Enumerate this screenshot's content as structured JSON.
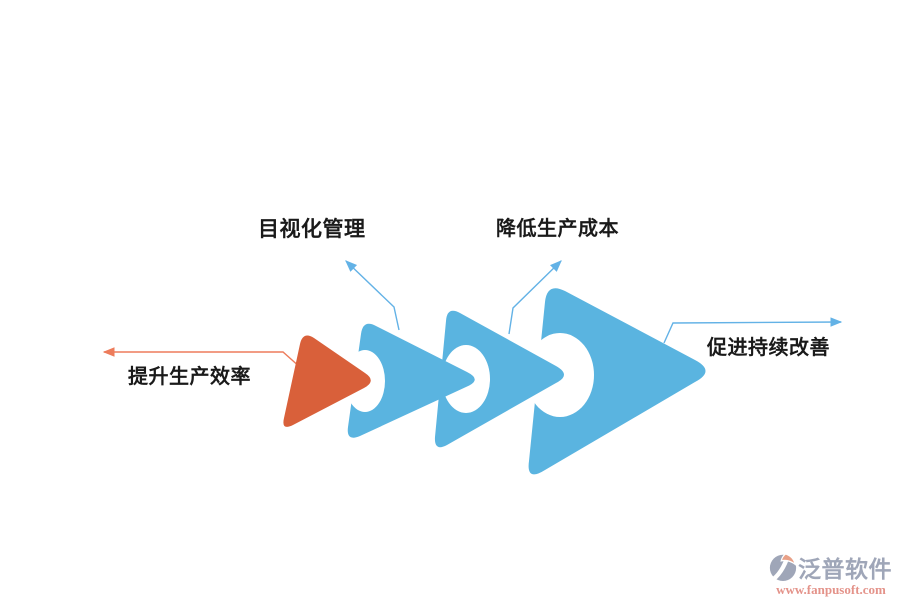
{
  "colors": {
    "bg": "#ffffff",
    "shape-orange": "#d9603a",
    "shape-blue": "#5ab4e0",
    "line-orange": "#ed7c5b",
    "line-blue": "#63b2e6",
    "label-text": "#1a1a1a",
    "wm-gray": "#9fa6b8",
    "wm-orange": "#e8a087",
    "wm-url": "#e4938a"
  },
  "diagram": {
    "type": "chevron-process-arrows",
    "direction": "left-to-right, arrows increase in size",
    "steps": [
      {
        "label": "提升生产效率",
        "shape": "small orange triangle arrow",
        "callout_side": "left"
      },
      {
        "label": "目视化管理",
        "shape": "blue chevron arrow",
        "callout_side": "top-left"
      },
      {
        "label": "降低生产成本",
        "shape": "blue chevron arrow",
        "callout_side": "top"
      },
      {
        "label": "促进持续改善",
        "shape": "large blue chevron arrow",
        "callout_side": "right"
      }
    ]
  },
  "watermark": {
    "brand": "泛普软件",
    "url": "www.fanpusoft.com"
  }
}
